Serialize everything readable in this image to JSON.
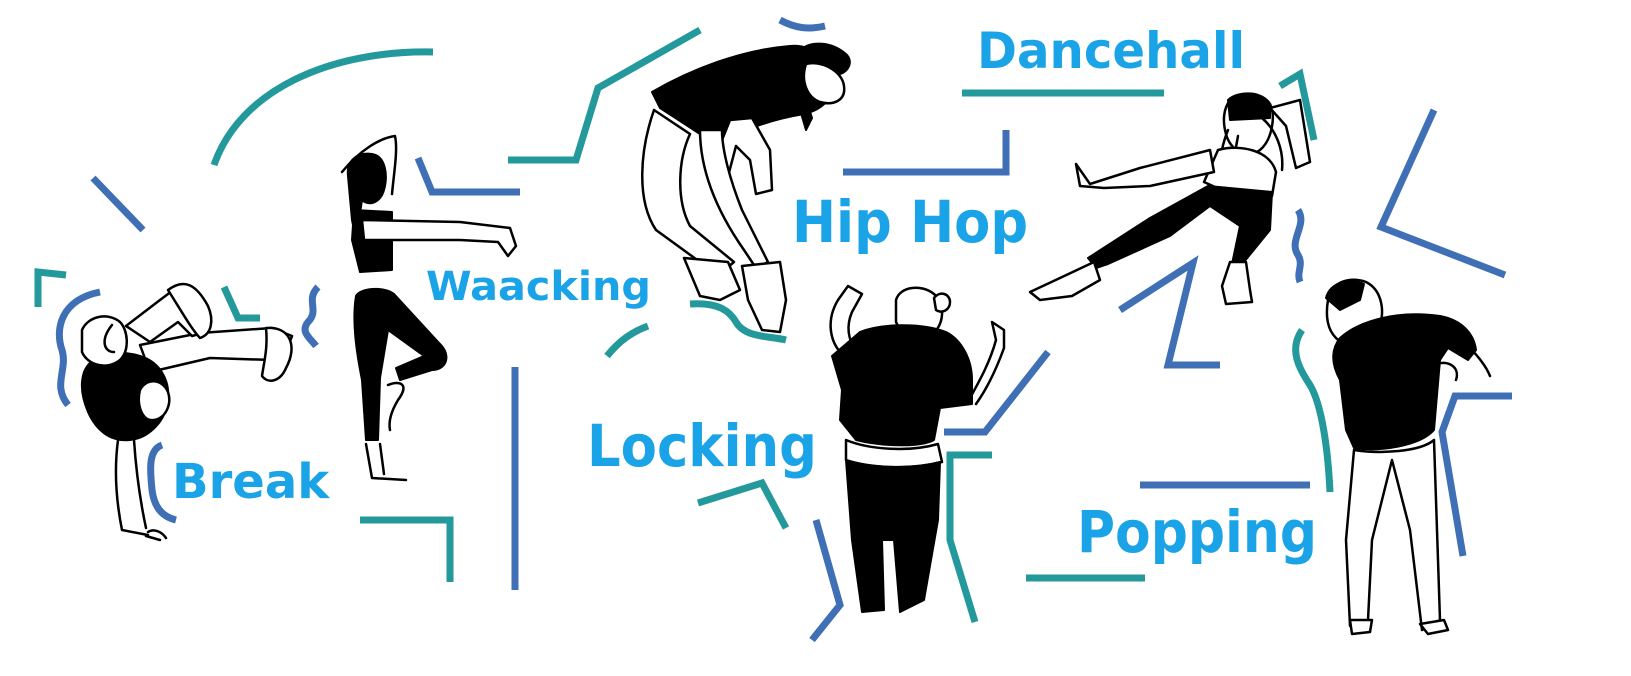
{
  "styles": [
    {
      "id": "break",
      "label": "Break"
    },
    {
      "id": "waacking",
      "label": "Waacking"
    },
    {
      "id": "hiphop",
      "label": "Hip Hop"
    },
    {
      "id": "dancehall",
      "label": "Dancehall"
    },
    {
      "id": "locking",
      "label": "Locking"
    },
    {
      "id": "popping",
      "label": "Popping"
    }
  ],
  "colors": {
    "label": "#1aa3e6",
    "accent_teal": "#24999b",
    "accent_blue": "#3f6fb5",
    "ink": "#000000",
    "background": "#ffffff"
  }
}
